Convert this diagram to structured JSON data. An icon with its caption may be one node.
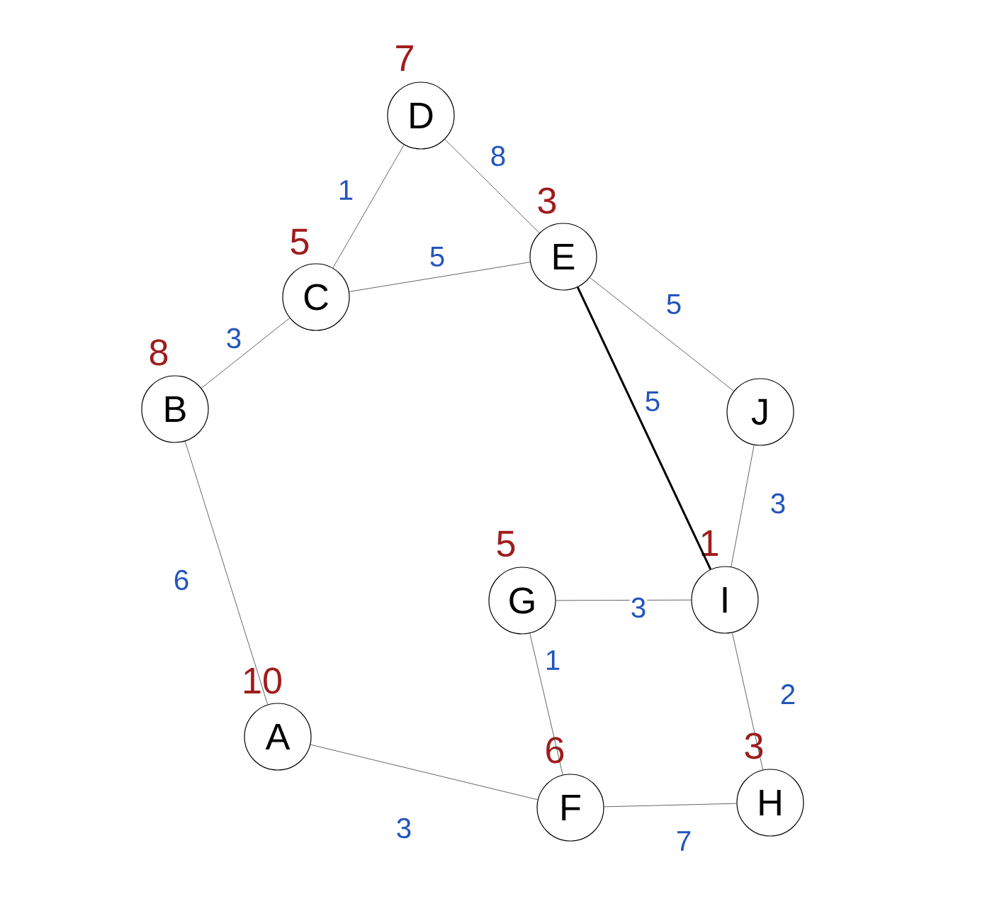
{
  "diagram": {
    "nodes": [
      {
        "text": [
          "D"
        ],
        "beside": [
          "7"
        ]
      },
      {
        "text": [
          "E"
        ],
        "beside": [
          "3"
        ]
      },
      {
        "text": [
          "C"
        ],
        "beside": [
          "5"
        ]
      },
      {
        "text": [
          "B"
        ],
        "beside": [
          "8"
        ]
      },
      {
        "text": [
          "J"
        ]
      },
      {
        "text": [
          "G"
        ],
        "beside": [
          "5"
        ]
      },
      {
        "text": [
          "I"
        ],
        "beside": [
          "1"
        ]
      },
      {
        "text": [
          "A"
        ],
        "beside": [
          "10"
        ]
      },
      {
        "text": [
          "H"
        ],
        "beside": [
          "3"
        ]
      },
      {
        "text": [
          "F"
        ],
        "beside": [
          "6"
        ]
      }
    ],
    "edges": [
      {
        "from": 0,
        "to": 2,
        "arrow": "none",
        "label": "1"
      },
      {
        "from": 0,
        "to": 1,
        "arrow": "none",
        "label": "8"
      },
      {
        "from": 2,
        "to": 1,
        "arrow": "none",
        "label": "5"
      },
      {
        "from": 2,
        "to": 3,
        "arrow": "none",
        "label": "3"
      },
      {
        "from": 1,
        "to": 4,
        "arrow": "none",
        "label": "5"
      },
      {
        "from": 1,
        "to": 6,
        "arrow": "none",
        "label": "5",
        "style": "thick"
      },
      {
        "from": 4,
        "to": 6,
        "arrow": "none",
        "label": "3"
      },
      {
        "from": 5,
        "to": 6,
        "arrow": "none",
        "label": "3"
      },
      {
        "from": 5,
        "to": 9,
        "arrow": "none",
        "label": "1"
      },
      {
        "from": 6,
        "to": 8,
        "arrow": "none",
        "label": "2"
      },
      {
        "from": 3,
        "to": 7,
        "arrow": "none",
        "label": "6"
      },
      {
        "from": 7,
        "to": 9,
        "arrow": "none",
        "label": "3"
      },
      {
        "from": 9,
        "to": 8,
        "arrow": "none",
        "label": "7"
      }
    ]
  }
}
